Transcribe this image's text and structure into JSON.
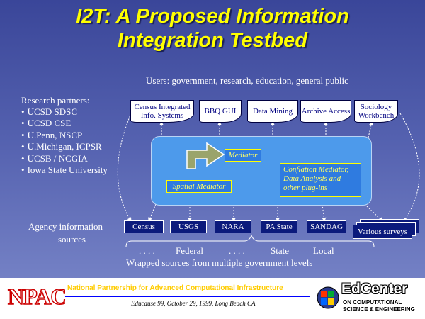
{
  "title": {
    "line1": "I2T: A Proposed Information",
    "line2": "Integration Testbed"
  },
  "users_label": "Users: government, research, education, general public",
  "research_partners": {
    "heading": "Research partners:",
    "items": [
      "UCSD SDSC",
      "UCSD CSE",
      "U.Penn, NSCP",
      "U.Michigan, ICPSR",
      "UCSB / NCGIA",
      "Iowa State University"
    ]
  },
  "applications": [
    "Census Integrated Info. Systems",
    "BBQ GUI",
    "Data Mining",
    "Archive Access",
    "Sociology Workbench"
  ],
  "mediators": {
    "mediator": "Mediator",
    "spatial": "Spatial Mediator",
    "conflation": "Conflation Mediator, Data Analysis and other plug-ins"
  },
  "agency_label": {
    "line1": "Agency information",
    "line2": "sources"
  },
  "sources": [
    "Census",
    "USGS",
    "NARA",
    "PA State",
    "SANDAG"
  ],
  "various_surveys": "Various surveys",
  "levels": {
    "dots1": ". . . .",
    "federal": "Federal",
    "dots2": ". . . .",
    "state": "State",
    "local": "Local"
  },
  "wrapped_label": "Wrapped sources from multiple government levels",
  "footer": {
    "npaci_logo": "NPACI",
    "npaci_name": "National Partnership for Advanced Computational Infrastructure",
    "event": "Educause 99, October 29, 1999, Long Beach CA",
    "edcenter_title": "EdCenter",
    "edcenter_line1": "ON COMPUTATIONAL",
    "edcenter_line2": "SCIENCE & ENGINEERING"
  },
  "colors": {
    "title": "#ffff00",
    "hub": "#4d9aeb",
    "source_box": "#0b1a7c",
    "footer_text": "#ffcc00"
  }
}
